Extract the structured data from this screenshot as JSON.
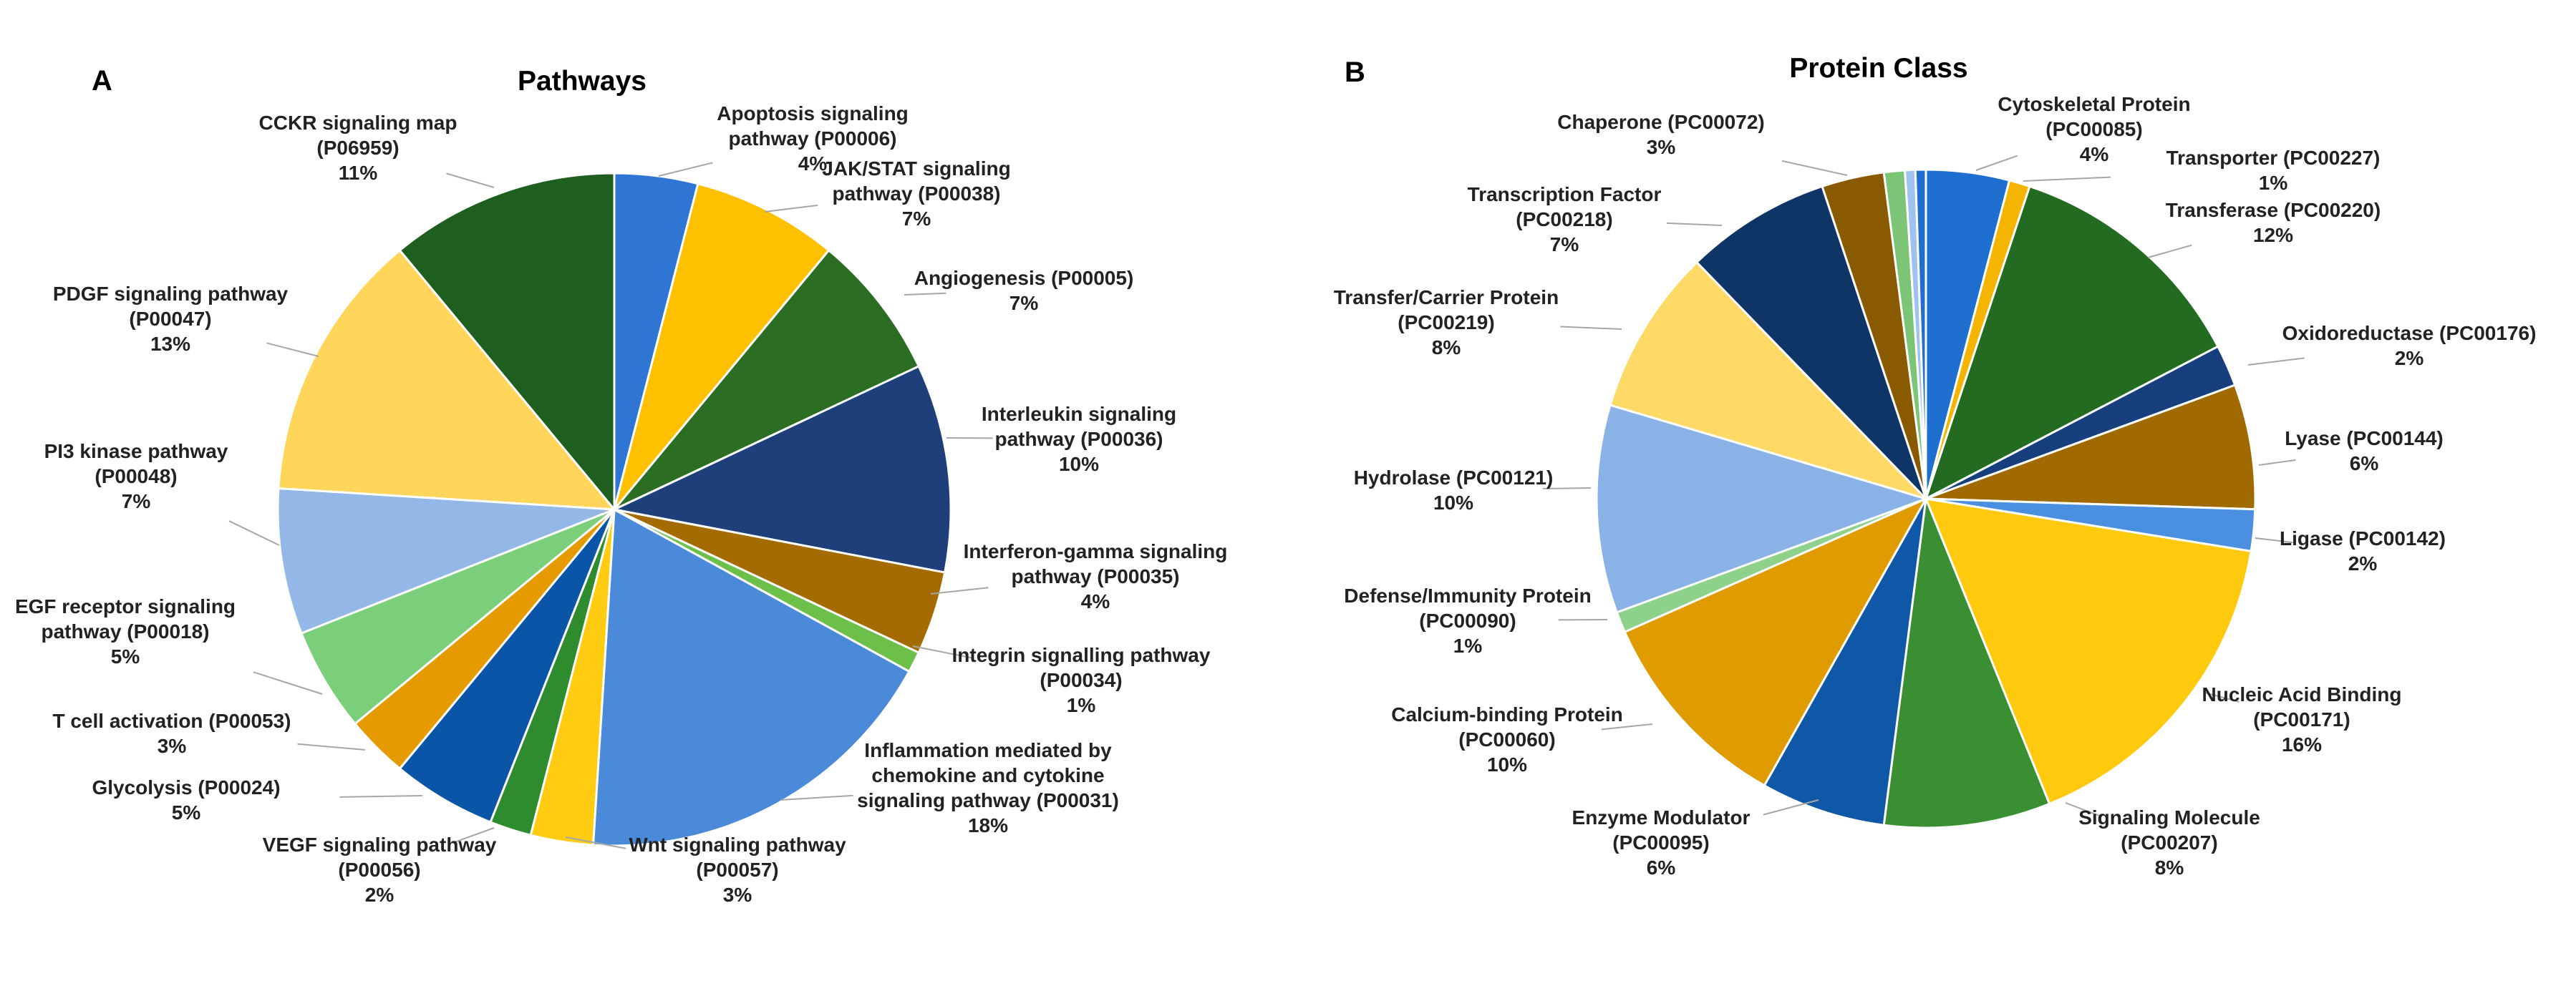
{
  "chart_data": [
    {
      "type": "pie",
      "panel_label": "A",
      "title": "Pathways",
      "unit": "%",
      "slices": [
        {
          "label": [
            "Apoptosis signaling",
            "pathway (P00006)"
          ],
          "value": 4,
          "pct": "4%",
          "color": "#2f75d4"
        },
        {
          "label": [
            "JAK/STAT signaling",
            "pathway (P00038)"
          ],
          "value": 7,
          "pct": "7%",
          "color": "#ffc000"
        },
        {
          "label": [
            "Angiogenesis (P00005)"
          ],
          "value": 7,
          "pct": "7%",
          "color": "#2b6e23"
        },
        {
          "label": [
            "Interleukin signaling",
            "pathway (P00036)"
          ],
          "value": 10,
          "pct": "10%",
          "color": "#1f3f7a"
        },
        {
          "label": [
            "Interferon-gamma signaling",
            "pathway (P00035)"
          ],
          "value": 4,
          "pct": "4%",
          "color": "#a46b00"
        },
        {
          "label": [
            "Integrin signalling pathway",
            "(P00034)"
          ],
          "value": 1,
          "pct": "1%",
          "color": "#6cc04a"
        },
        {
          "label": [
            "Inflammation mediated by",
            "chemokine and cytokine",
            "signaling pathway (P00031)"
          ],
          "value": 18,
          "pct": "18%",
          "color": "#4a8ad8"
        },
        {
          "label": [
            "Wnt signaling pathway",
            "(P00057)"
          ],
          "value": 3,
          "pct": "3%",
          "color": "#ffcc11"
        },
        {
          "label": [
            "VEGF signaling pathway",
            "(P00056)"
          ],
          "value": 2,
          "pct": "2%",
          "color": "#2e8b2e"
        },
        {
          "label": [
            "Glycolysis (P00024)"
          ],
          "value": 5,
          "pct": "5%",
          "color": "#0b55a8"
        },
        {
          "label": [
            "T cell activation (P00053)"
          ],
          "value": 3,
          "pct": "3%",
          "color": "#e59a00"
        },
        {
          "label": [
            "EGF receptor signaling",
            "pathway (P00018)"
          ],
          "value": 5,
          "pct": "5%",
          "color": "#7ccf7a"
        },
        {
          "label": [
            "PI3 kinase pathway",
            "(P00048)"
          ],
          "value": 7,
          "pct": "7%",
          "color": "#93b8e8"
        },
        {
          "label": [
            "PDGF signaling pathway",
            "(P00047)"
          ],
          "value": 13,
          "pct": "13%",
          "color": "#ffd55a"
        },
        {
          "label": [
            "CCKR signaling map",
            "(P06959)"
          ],
          "value": 11,
          "pct": "11%",
          "color": "#1e5e1e"
        }
      ]
    },
    {
      "type": "pie",
      "panel_label": "B",
      "title": "Protein Class",
      "unit": "%",
      "slices": [
        {
          "label": [
            "Cytoskeletal Protein",
            "(PC00085)"
          ],
          "value": 4,
          "pct": "4%",
          "color": "#1f6fd0"
        },
        {
          "label": [
            "Transporter (PC00227)"
          ],
          "value": 1,
          "pct": "1%",
          "color": "#f5b400"
        },
        {
          "label": [
            "Transferase (PC00220)"
          ],
          "value": 12,
          "pct": "12%",
          "color": "#246b22"
        },
        {
          "label": [
            "Oxidoreductase (PC00176)"
          ],
          "value": 2,
          "pct": "2%",
          "color": "#173f7e"
        },
        {
          "label": [
            "Lyase (PC00144)"
          ],
          "value": 6,
          "pct": "6%",
          "color": "#a06a00"
        },
        {
          "label": [
            "Ligase (PC00142)"
          ],
          "value": 2,
          "pct": "2%",
          "color": "#4a8fe0"
        },
        {
          "label": [
            "Nucleic Acid Binding",
            "(PC00171)"
          ],
          "value": 16,
          "pct": "16%",
          "color": "#ffc90e"
        },
        {
          "label": [
            "Signaling Molecule",
            "(PC00207)"
          ],
          "value": 8,
          "pct": "8%",
          "color": "#3a8f33"
        },
        {
          "label": [
            "Enzyme Modulator",
            "(PC00095)"
          ],
          "value": 6,
          "pct": "6%",
          "color": "#0f58a8"
        },
        {
          "label": [
            "Calcium-binding Protein",
            "(PC00060)"
          ],
          "value": 10,
          "pct": "10%",
          "color": "#e09b00"
        },
        {
          "label": [
            "Defense/Immunity Protein",
            "(PC00090)"
          ],
          "value": 1,
          "pct": "1%",
          "color": "#8dd18a"
        },
        {
          "label": [
            "Hydrolase (PC00121)"
          ],
          "value": 10,
          "pct": "10%",
          "color": "#8ab2e6"
        },
        {
          "label": [
            "Transfer/Carrier Protein",
            "(PC00219)"
          ],
          "value": 8,
          "pct": "8%",
          "color": "#ffd966"
        },
        {
          "label": [
            "Transcription Factor",
            "(PC00218)"
          ],
          "value": 7,
          "pct": "7%",
          "color": "#0f3566"
        },
        {
          "label": [
            "Chaperone (PC00072)"
          ],
          "value": 3,
          "pct": "3%",
          "color": "#8a5a00"
        },
        {
          "label": [],
          "value": 1,
          "pct": "",
          "color": "#7cc576"
        },
        {
          "label": [],
          "value": 0.5,
          "pct": "",
          "color": "#9fc2ee"
        },
        {
          "label": [],
          "value": 0.5,
          "pct": "",
          "color": "#1f6fd0"
        }
      ]
    }
  ]
}
